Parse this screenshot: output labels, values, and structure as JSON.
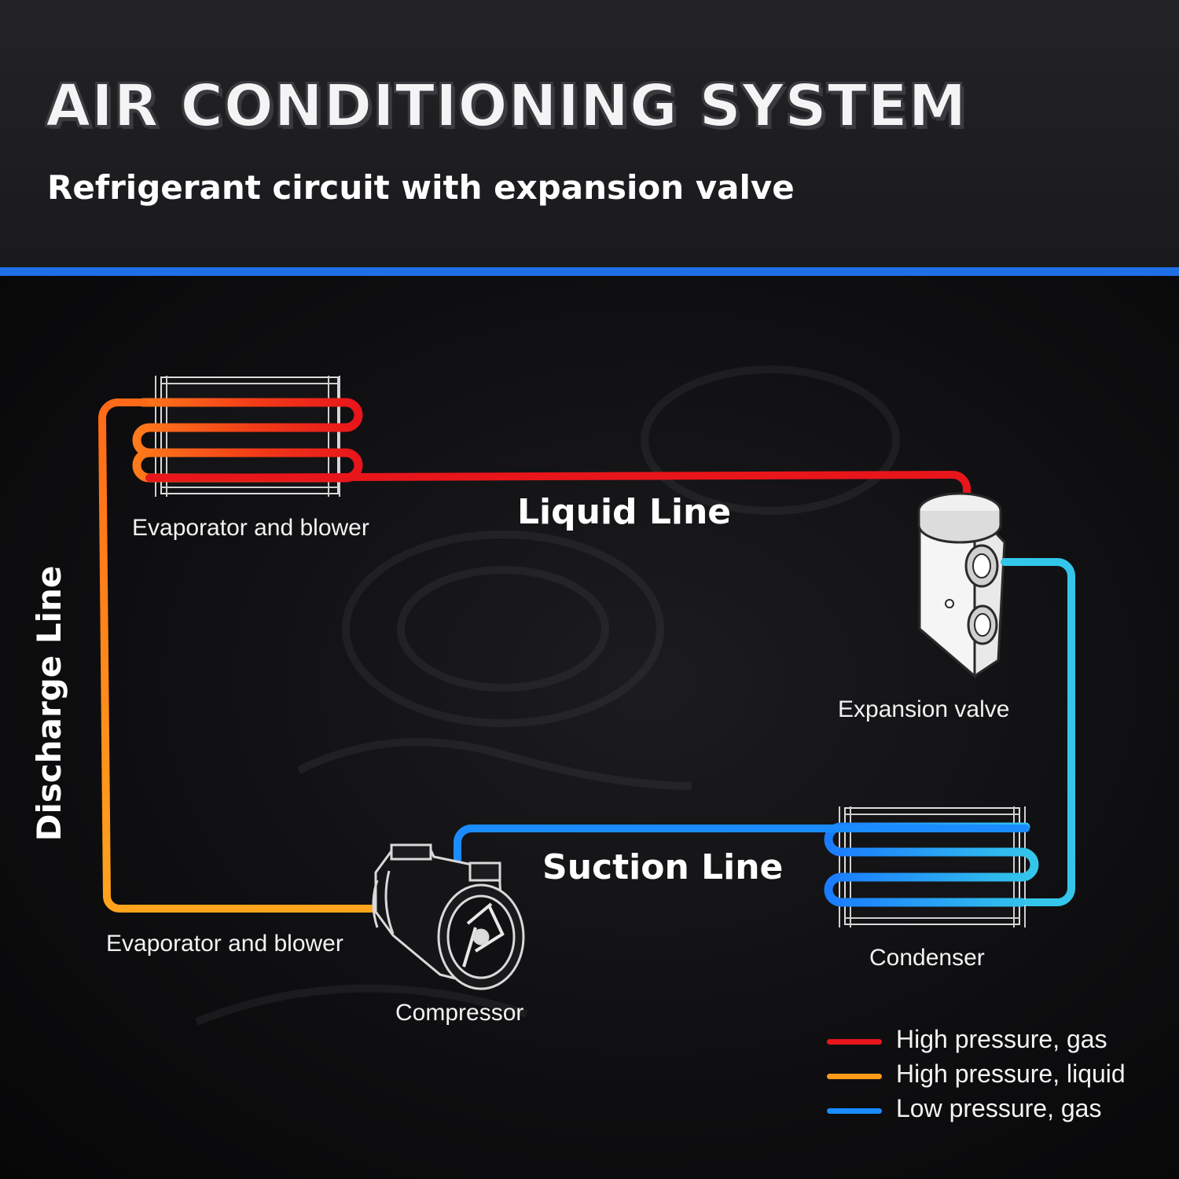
{
  "header": {
    "title": "AIR CONDITIONING SYSTEM",
    "subtitle": "Refrigerant circuit with expansion valve"
  },
  "components": {
    "evaporator_top": "Evaporator and blower",
    "evaporator_bottom": "Evaporator and blower",
    "expansion_valve": "Expansion valve",
    "condenser": "Condenser",
    "compressor": "Compressor"
  },
  "lines": {
    "liquid": "Liquid Line",
    "suction": "Suction Line",
    "discharge": "Discharge Line"
  },
  "legend": [
    {
      "label": "High pressure, gas",
      "color": "#e8151b"
    },
    {
      "label": "High pressure, liquid",
      "color": "#ff9a1a"
    },
    {
      "label": "Low pressure, gas",
      "color": "#1a8cff"
    }
  ],
  "colors": {
    "accent_rule": "#1f6fe6",
    "red": "#e8151b",
    "orange": "#ff9a1a",
    "blue": "#1a8cff",
    "cyan": "#34c6ea"
  }
}
